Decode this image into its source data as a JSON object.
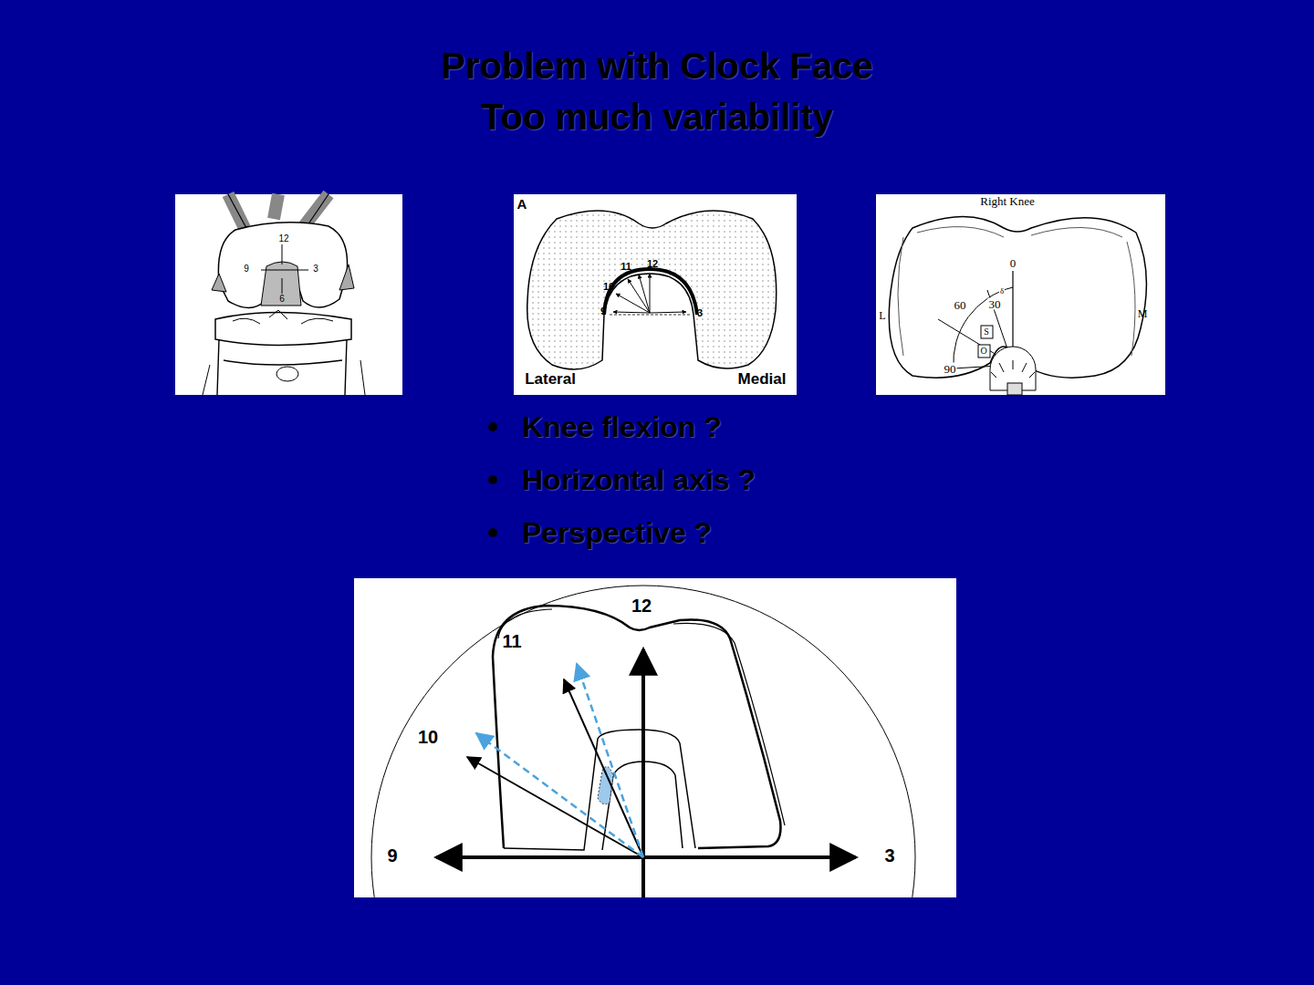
{
  "diagram": {
    "title": "Problem with Clock Face Too much variability",
    "labels": [
      "12",
      "9",
      "3",
      "6",
      "A",
      "11",
      "12",
      "10",
      "9",
      "3",
      "Lateral",
      "Medial",
      "Right Knee",
      "0",
      "60",
      "30",
      "δ",
      "L",
      "M",
      "S",
      "O",
      "90",
      "Knee flexion ?",
      "Horizontal axis ?",
      "Perspective ?",
      "12",
      "11",
      "10",
      "9",
      "3"
    ]
  }
}
